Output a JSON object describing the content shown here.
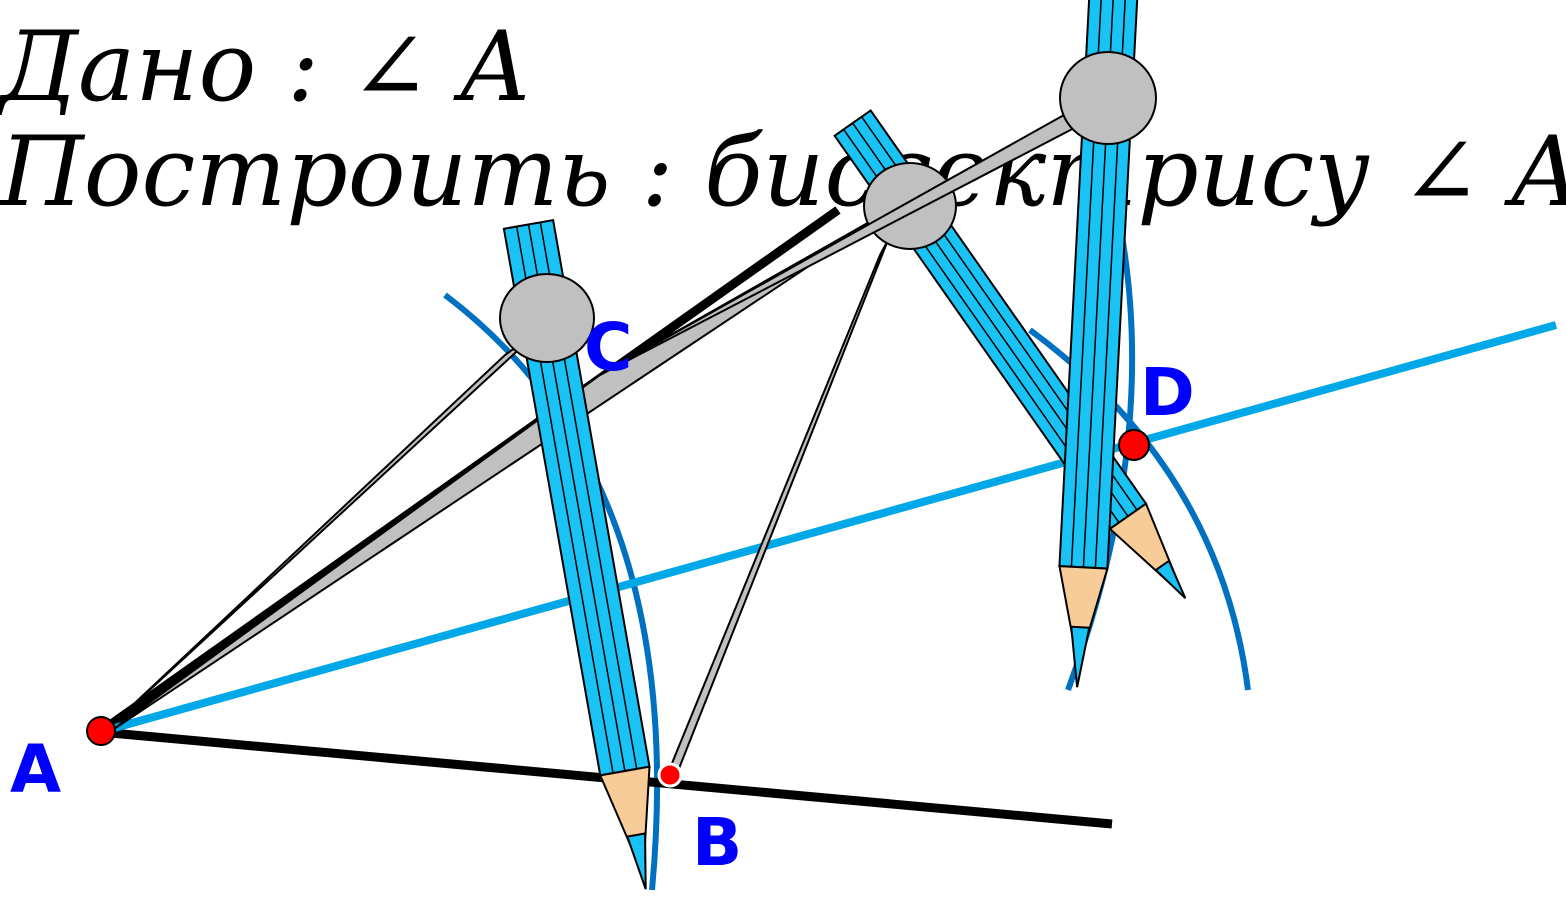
{
  "title": {
    "given": "Дано : ∠ A",
    "construct": "Построить : биссектрису ∠ A"
  },
  "points": {
    "A": "A",
    "B": "B",
    "C": "C",
    "D": "D"
  },
  "colors": {
    "ray": "#000000",
    "bisector": "#00a8e8",
    "arc": "#0070c0",
    "label": "#0000ff",
    "point": "#ff0000",
    "pencil_body": "#19c3f5",
    "pencil_wood": "#f8cc99",
    "compass_metal": "#c0c0c0"
  },
  "icons": [
    "compass-icon",
    "pencil-icon"
  ]
}
